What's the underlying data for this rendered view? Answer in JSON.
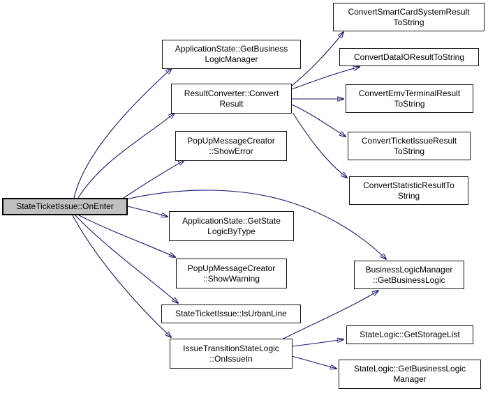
{
  "diagram": {
    "type": "call-graph",
    "direction": "left-to-right",
    "root": "StateTicketIssue::OnEnter",
    "colors": {
      "edge": "#191970",
      "node_fill": "#ffffff",
      "node_border": "#141414",
      "root_fill": "#c0c0c0",
      "background": "#ffffff",
      "text": "#000000"
    },
    "nodes": [
      {
        "id": "on-enter",
        "role": "root",
        "lines": [
          "StateTicketIssue::OnEnter"
        ]
      },
      {
        "id": "get-business-logic-manager",
        "lines": [
          "ApplicationState::GetBusiness",
          "LogicManager"
        ]
      },
      {
        "id": "convert-result",
        "lines": [
          "ResultConverter::Convert",
          "Result"
        ]
      },
      {
        "id": "show-error",
        "lines": [
          "PopUpMessageCreator",
          "::ShowError"
        ]
      },
      {
        "id": "get-state-logic-by-type",
        "lines": [
          "ApplicationState::GetState",
          "LogicByType"
        ]
      },
      {
        "id": "show-warning",
        "lines": [
          "PopUpMessageCreator",
          "::ShowWarning"
        ]
      },
      {
        "id": "is-urban-line",
        "lines": [
          "StateTicketIssue::IsUrbanLine"
        ]
      },
      {
        "id": "on-issue-in",
        "lines": [
          "IssueTransitionStateLogic",
          "::OnIssueIn"
        ]
      },
      {
        "id": "convert-smart-card-system-result-to-string",
        "lines": [
          "ConvertSmartCardSystemResult",
          "ToString"
        ]
      },
      {
        "id": "convert-data-io-result-to-string",
        "lines": [
          "ConvertDataIOResultToString"
        ]
      },
      {
        "id": "convert-emv-terminal-result-to-string",
        "lines": [
          "ConvertEmvTerminalResult",
          "ToString"
        ]
      },
      {
        "id": "convert-ticket-issue-result-to-string",
        "lines": [
          "ConvertTicketIssueResult",
          "ToString"
        ]
      },
      {
        "id": "convert-statistic-result-to-string",
        "lines": [
          "ConvertStatisticResultTo",
          "String"
        ]
      },
      {
        "id": "blm-get-business-logic",
        "lines": [
          "BusinessLogicManager",
          "::GetBusinessLogic"
        ]
      },
      {
        "id": "get-storage-list",
        "lines": [
          "StateLogic::GetStorageList"
        ]
      },
      {
        "id": "state-logic-get-business-logic-manager",
        "lines": [
          "StateLogic::GetBusinessLogic",
          "Manager"
        ]
      }
    ],
    "edges": [
      {
        "from": "on-enter",
        "to": "get-business-logic-manager"
      },
      {
        "from": "on-enter",
        "to": "convert-result"
      },
      {
        "from": "on-enter",
        "to": "show-error"
      },
      {
        "from": "on-enter",
        "to": "blm-get-business-logic"
      },
      {
        "from": "on-enter",
        "to": "get-state-logic-by-type"
      },
      {
        "from": "on-enter",
        "to": "show-warning"
      },
      {
        "from": "on-enter",
        "to": "is-urban-line"
      },
      {
        "from": "on-enter",
        "to": "on-issue-in"
      },
      {
        "from": "convert-result",
        "to": "convert-smart-card-system-result-to-string"
      },
      {
        "from": "convert-result",
        "to": "convert-data-io-result-to-string"
      },
      {
        "from": "convert-result",
        "to": "convert-emv-terminal-result-to-string"
      },
      {
        "from": "convert-result",
        "to": "convert-ticket-issue-result-to-string"
      },
      {
        "from": "convert-result",
        "to": "convert-statistic-result-to-string"
      },
      {
        "from": "on-issue-in",
        "to": "blm-get-business-logic"
      },
      {
        "from": "on-issue-in",
        "to": "get-storage-list"
      },
      {
        "from": "on-issue-in",
        "to": "state-logic-get-business-logic-manager"
      }
    ]
  }
}
